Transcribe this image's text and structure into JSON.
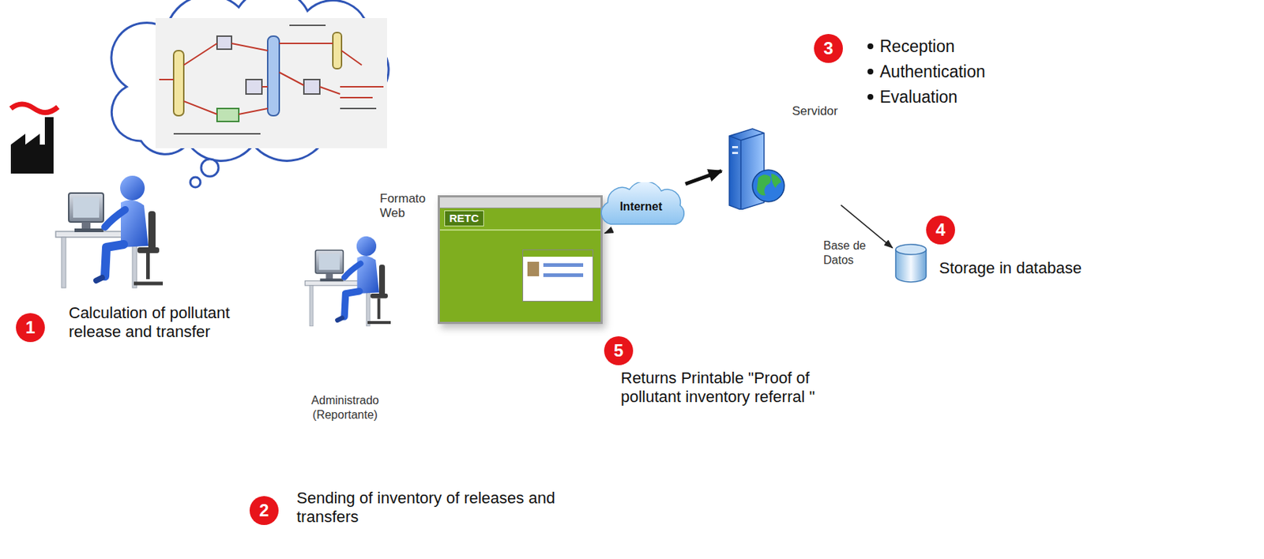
{
  "diagram": {
    "nodes": [
      {
        "text": [
          "Formato Web",
          "RETC"
        ]
      },
      {
        "text": [
          "Internet"
        ]
      },
      {
        "text": [
          "Servidor"
        ]
      },
      {
        "text": [
          "Base de Datos"
        ]
      },
      {
        "text": [
          "Administrado (Reportante)"
        ]
      }
    ],
    "edges": [
      {
        "from": 0,
        "to": 1,
        "arrow": "none"
      },
      {
        "from": 1,
        "to": 2,
        "arrow": "to"
      },
      {
        "from": 1,
        "to": 0,
        "arrow": "to"
      },
      {
        "from": 2,
        "to": 3,
        "arrow": "to"
      }
    ],
    "labels": [
      "3",
      "Reception",
      "Authentication",
      "Evaluation",
      "4",
      "Storage in database",
      "1",
      "Calculation of pollutant release and transfer",
      "5",
      "Returns Printable \"Proof of pollutant inventory referral \"",
      "2",
      "Sending of inventory of releases and transfers"
    ]
  }
}
